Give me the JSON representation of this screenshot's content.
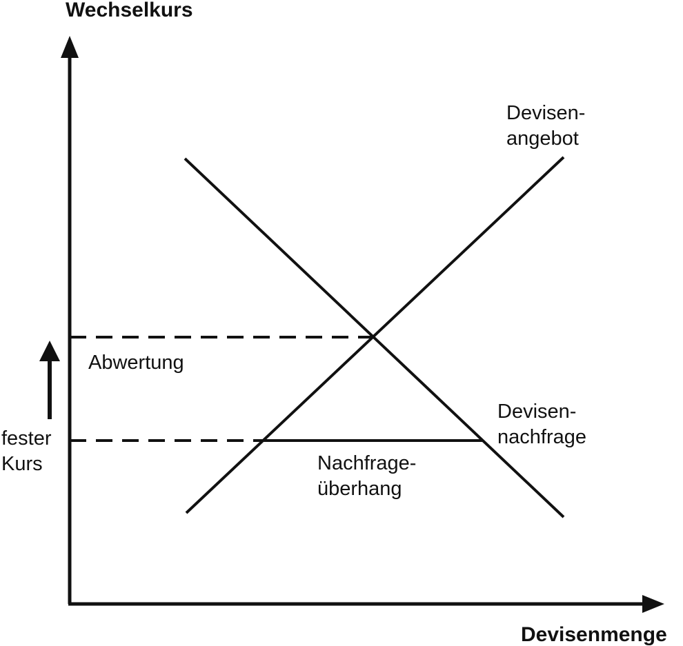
{
  "axes": {
    "y_label": "Wechselkurs",
    "x_label": "Devisenmenge"
  },
  "curves": {
    "supply": {
      "label_line1": "Devisen-",
      "label_line2": "angebot"
    },
    "demand": {
      "label_line1": "Devisen-",
      "label_line2": "nachfrage"
    }
  },
  "annotations": {
    "devaluation": "Abwertung",
    "fixed_rate_line1": "fester",
    "fixed_rate_line2": "Kurs",
    "excess_demand_line1": "Nachfrage-",
    "excess_demand_line2": "überhang"
  },
  "colors": {
    "ink": "#111111",
    "background": "#ffffff"
  }
}
